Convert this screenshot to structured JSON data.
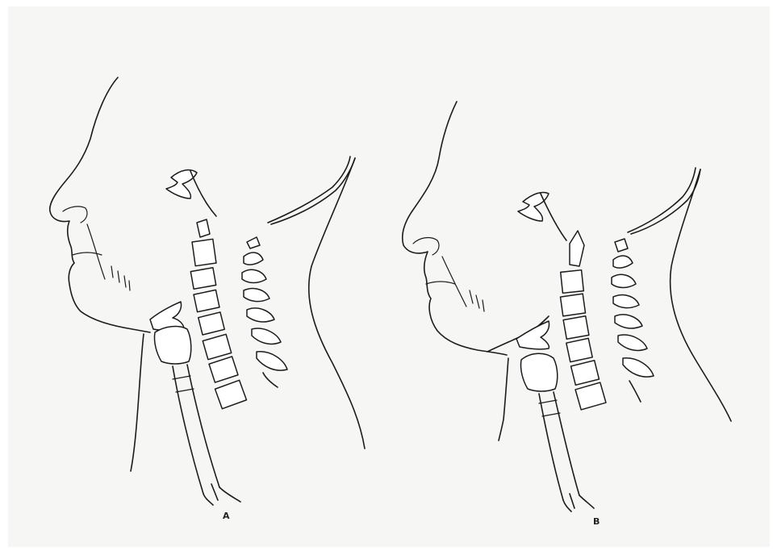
{
  "figure": {
    "panels": [
      {
        "id": "a",
        "label": "A"
      },
      {
        "id": "b",
        "label": "B"
      }
    ],
    "colors": {
      "background": "#f6f6f4",
      "ink": "#1c1c1c",
      "bone_fill": "#ffffff"
    }
  }
}
